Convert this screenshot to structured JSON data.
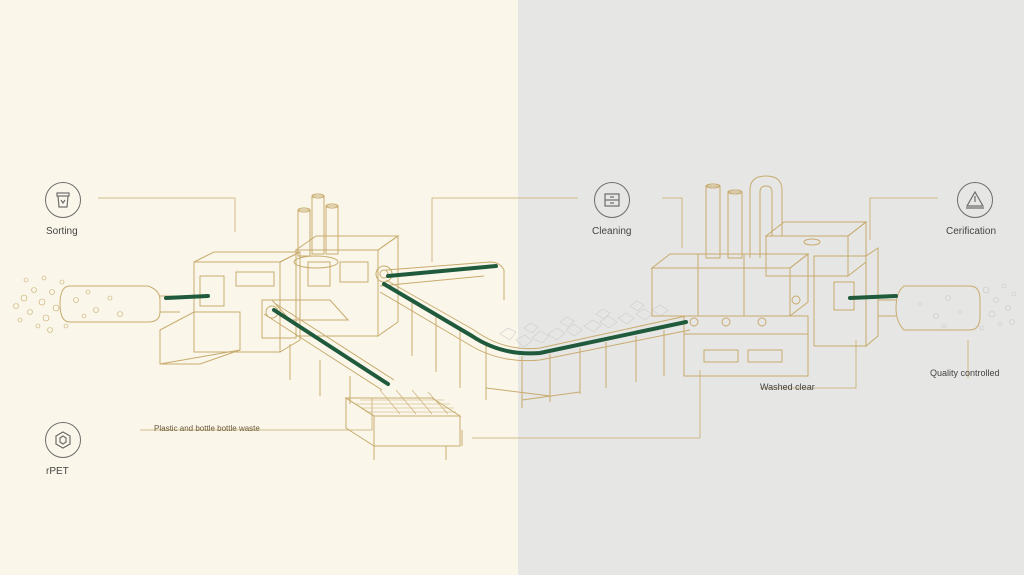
{
  "colors": {
    "bg_left": "#faf7ea",
    "bg_right": "#e6e6e4",
    "line_gold": "#c8ab6e",
    "belt_green": "#1f5a3c",
    "icon_stroke": "#6d6d6d",
    "text": "#444444"
  },
  "stages": [
    {
      "icon": "trash-bin-icon",
      "label": "Sorting"
    },
    {
      "icon": "drawer-icon",
      "label": "Cleaning"
    },
    {
      "icon": "certificate-triangle-icon",
      "label": "Cerification"
    },
    {
      "icon": "shield-hexagon-icon",
      "label": "rPET"
    }
  ],
  "annotations": {
    "input": "Plastic and bottle bottle waste",
    "washed": "Washed clear",
    "quality": "Quality controlled"
  }
}
